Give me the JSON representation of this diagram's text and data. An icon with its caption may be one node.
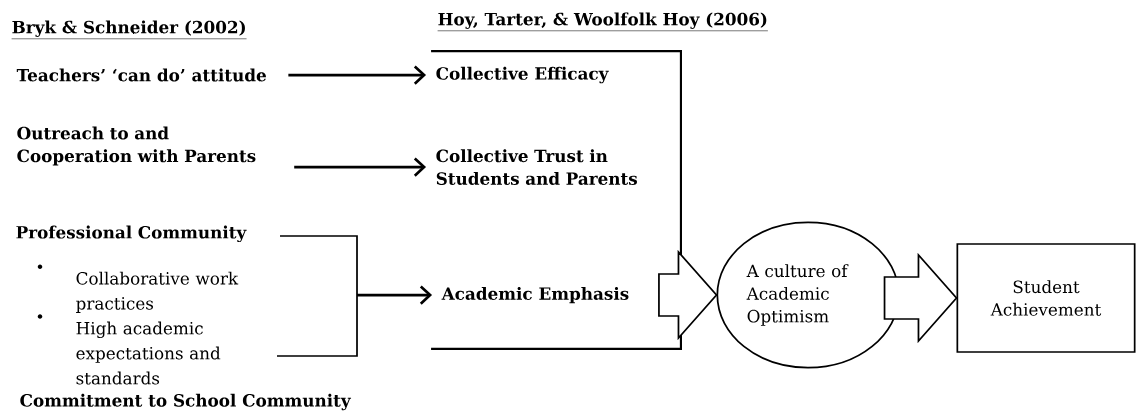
{
  "diagram": {
    "nodes": [
      {
        "text": [
          "Teachers’ ‘can do’ attitude"
        ]
      },
      {
        "text": [
          "Outreach to and Cooperation with Parents"
        ]
      },
      {
        "text": [
          "Professional Community",
          "Collaborative work practices",
          "High academic expectations and standards"
        ]
      },
      {
        "text": [],
        "shape": "box"
      },
      {
        "text": [
          "Collective Efficacy"
        ],
        "in": 3
      },
      {
        "text": [
          "Collective Trust in Students and Parents"
        ],
        "in": 3
      },
      {
        "text": [
          "Academic Emphasis"
        ],
        "in": 3
      },
      {
        "text": [
          "A culture of Academic Optimism"
        ]
      },
      {
        "text": [
          "Student Achievement"
        ]
      }
    ],
    "edges": [
      {
        "from": 0,
        "to": 4,
        "arrow": "to"
      },
      {
        "from": 1,
        "to": 5,
        "arrow": "to"
      },
      {
        "from": 2,
        "to": 6,
        "arrow": "to"
      },
      {
        "from": 3,
        "to": 7,
        "arrow": "to",
        "style": "thick"
      },
      {
        "from": 7,
        "to": 8,
        "arrow": "to",
        "style": "thick"
      }
    ],
    "labels": [
      "Bryk & Schneider (2002)",
      "Hoy, Tarter, & Woolfolk Hoy (2006)",
      "Commitment to School Community"
    ]
  }
}
